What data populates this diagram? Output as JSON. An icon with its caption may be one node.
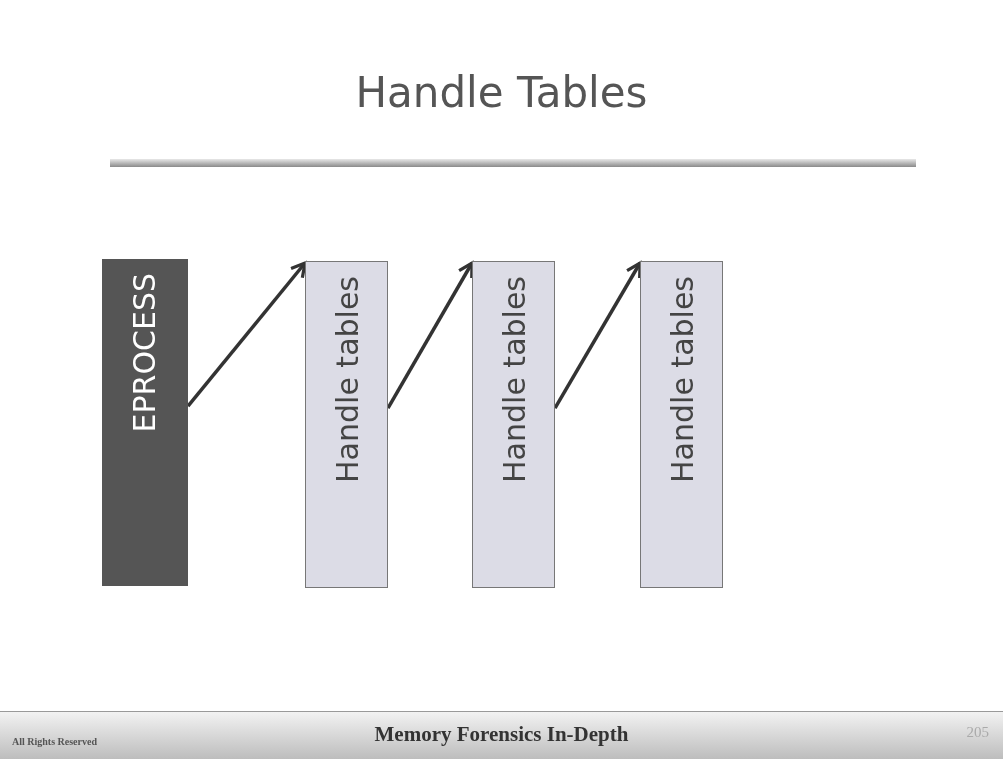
{
  "diagram": {
    "title": "Handle Tables",
    "nodes": [
      {
        "text": [
          "EPROCESS"
        ]
      },
      {
        "text": [
          "Handle tables"
        ]
      },
      {
        "text": [
          "Handle tables"
        ]
      },
      {
        "text": [
          "Handle tables"
        ]
      }
    ],
    "edges": [
      {
        "from": 0,
        "to": 1,
        "arrow": "to"
      },
      {
        "from": 1,
        "to": 2,
        "arrow": "to"
      },
      {
        "from": 2,
        "to": 3,
        "arrow": "to"
      }
    ],
    "labels": [
      "All Rights Reserved",
      "Memory Forensics In-Depth",
      "205"
    ]
  }
}
